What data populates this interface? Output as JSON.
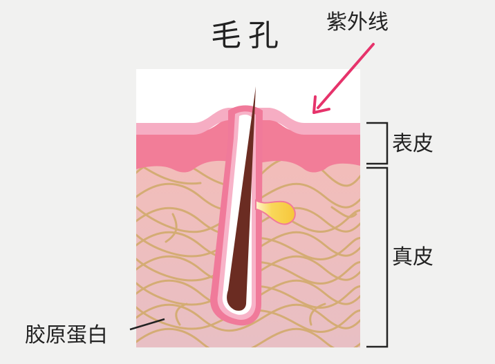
{
  "title": "毛孔",
  "labels": {
    "uv": "紫外线",
    "epidermis": "表皮",
    "dermis": "真皮",
    "collagen": "胶原蛋白"
  },
  "colors": {
    "background": "#f1f1f0",
    "box_white": "#ffffff",
    "epidermis_top": "#f6adc3",
    "epidermis_mid": "#f27d98",
    "dermis": "#f2bcbc",
    "dermis_bottom": "#e8bfc2",
    "collagen_fiber": "#d4ac74",
    "hair": "#6b2c22",
    "follicle_outer": "#f07a9a",
    "follicle_inner": "#f7b3c8",
    "sebaceous_gland": "#f8c940",
    "arrow": "#e6336b",
    "text": "#222222"
  }
}
